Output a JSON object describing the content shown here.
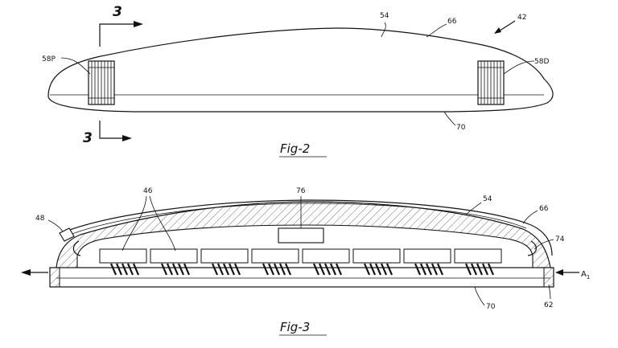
{
  "figure2": {
    "caption": "Fig-2",
    "refs": {
      "r54": "54",
      "r66": "66",
      "r42": "42",
      "r58p": "58P",
      "r58d": "58D",
      "r70": "70",
      "section_top": "3",
      "section_bottom": "3"
    }
  },
  "figure3": {
    "caption": "Fig-3",
    "refs": {
      "r46": "46",
      "r76": "76",
      "r54": "54",
      "r66": "66",
      "r48": "48",
      "r74": "74",
      "ra1": "A",
      "ra1_sub": "1",
      "r70": "70",
      "r62": "62"
    }
  }
}
